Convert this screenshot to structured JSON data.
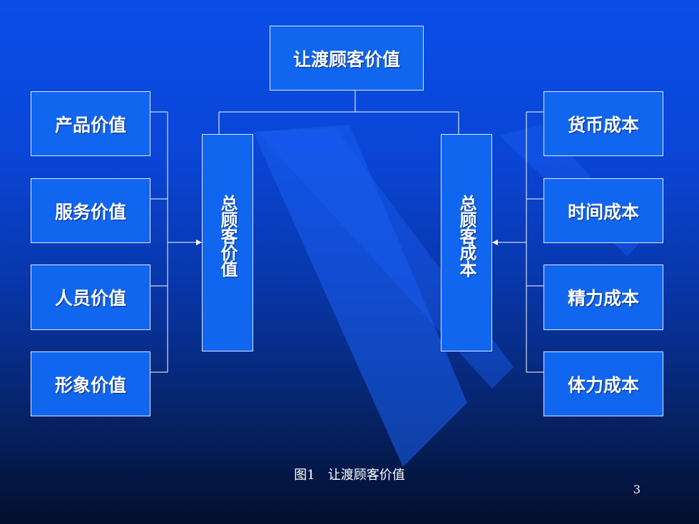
{
  "diagram": {
    "top_node": "让渡顾客价值",
    "total_value_node": "总顾客价值",
    "total_cost_node": "总顾客成本",
    "value_items": [
      "产品价值",
      "服务价值",
      "人员价值",
      "形象价值"
    ],
    "cost_items": [
      "货币成本",
      "时间成本",
      "精力成本",
      "体力成本"
    ]
  },
  "caption": "图1　让渡顾客价值",
  "page_number": "3",
  "colors": {
    "box_fill": "#1166f0",
    "box_border": "#dfe8ff",
    "connector": "#ffffff"
  }
}
